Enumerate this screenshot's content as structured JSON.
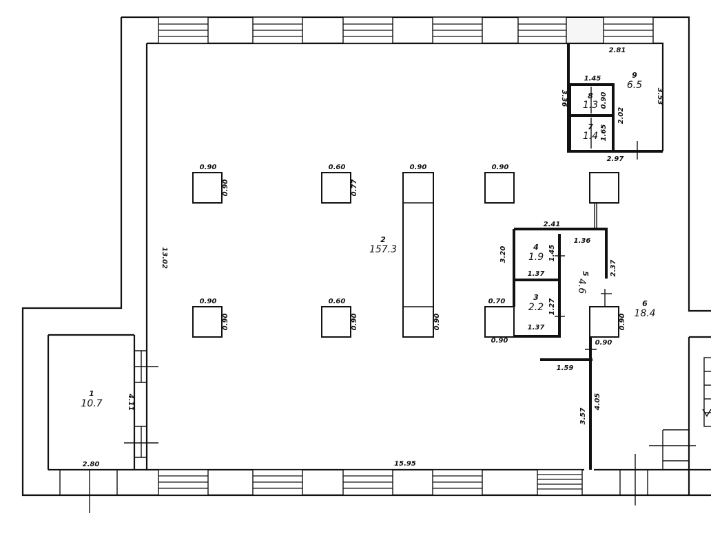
{
  "rooms": [
    {
      "number": "1",
      "area": "10.7"
    },
    {
      "number": "2",
      "area": "157.3"
    },
    {
      "number": "3",
      "area": "2.2"
    },
    {
      "number": "4",
      "area": "1.9"
    },
    {
      "number": "5",
      "area": "4.6"
    },
    {
      "number": "6",
      "area": "18.4"
    },
    {
      "number": "7",
      "area": "1.4"
    },
    {
      "number": "8",
      "area": "1.3"
    },
    {
      "number": "9",
      "area": "6.5"
    }
  ],
  "dimensions": {
    "main_width": "15.95",
    "main_height": "13.02",
    "room1_width": "2.80",
    "room1_height": "4.11",
    "wc_top": "2.81",
    "wc_bottom": "2.97",
    "wc_inner": "1.45",
    "wc_left": "3.36",
    "wc_mid1": "0.90",
    "wc_mid2": "2.02",
    "wc_mid3": "1.65",
    "wc_right": "3.53",
    "col_w": "0.90",
    "col_w_b": "0.60",
    "col_h": "0.90",
    "col_h_b": "0.77",
    "partition_w": "2.41",
    "partition_h": "3.20",
    "p_1_37a": "1.37",
    "p_1_37b": "1.37",
    "p_1_45": "1.45",
    "p_1_27": "1.27",
    "p_1_36": "1.36",
    "p_2_37": "2.37",
    "p_0_70": "0.70",
    "p_1_59": "1.59",
    "p_4_05": "4.05",
    "p_3_57": "3.57"
  }
}
